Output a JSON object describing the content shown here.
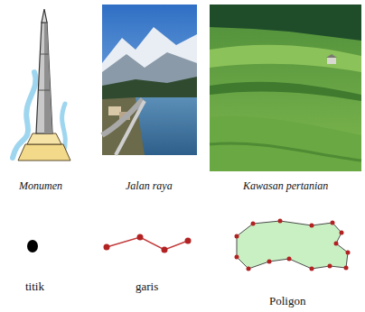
{
  "diagram": {
    "labels": [
      "Monumen",
      "Jalan raya",
      "Kawasan pertanian",
      "titik",
      "garis",
      "Poligon"
    ]
  }
}
